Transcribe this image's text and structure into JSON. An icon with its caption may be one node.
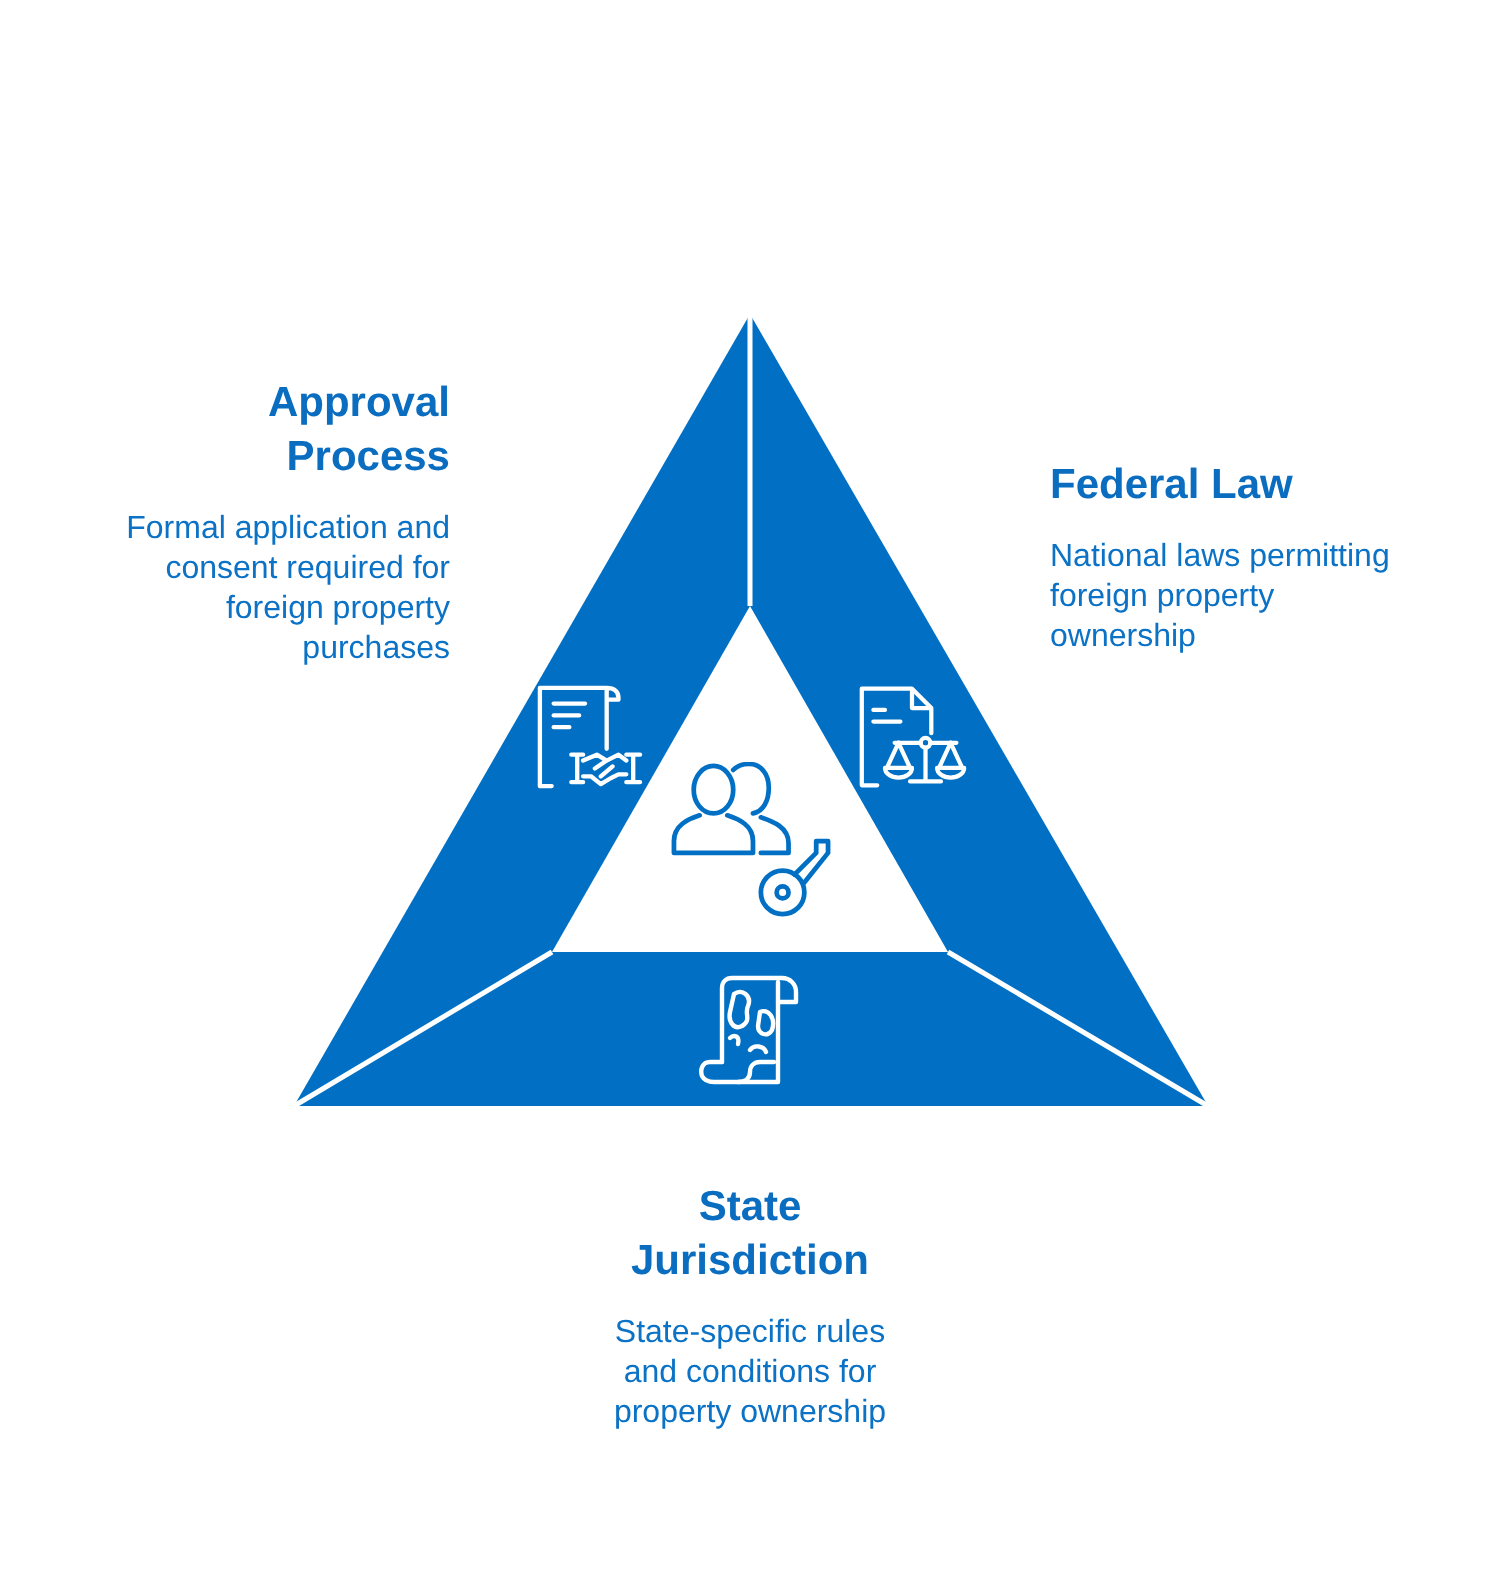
{
  "diagram": {
    "nodes": [
      {
        "text": [
          "Approval Process",
          "Formal application and consent required for foreign property purchases"
        ]
      },
      {
        "text": [
          "Federal Law",
          "National laws permitting foreign property ownership"
        ]
      },
      {
        "text": [
          "State Jurisdiction",
          "State-specific rules and conditions for property ownership"
        ]
      }
    ]
  }
}
